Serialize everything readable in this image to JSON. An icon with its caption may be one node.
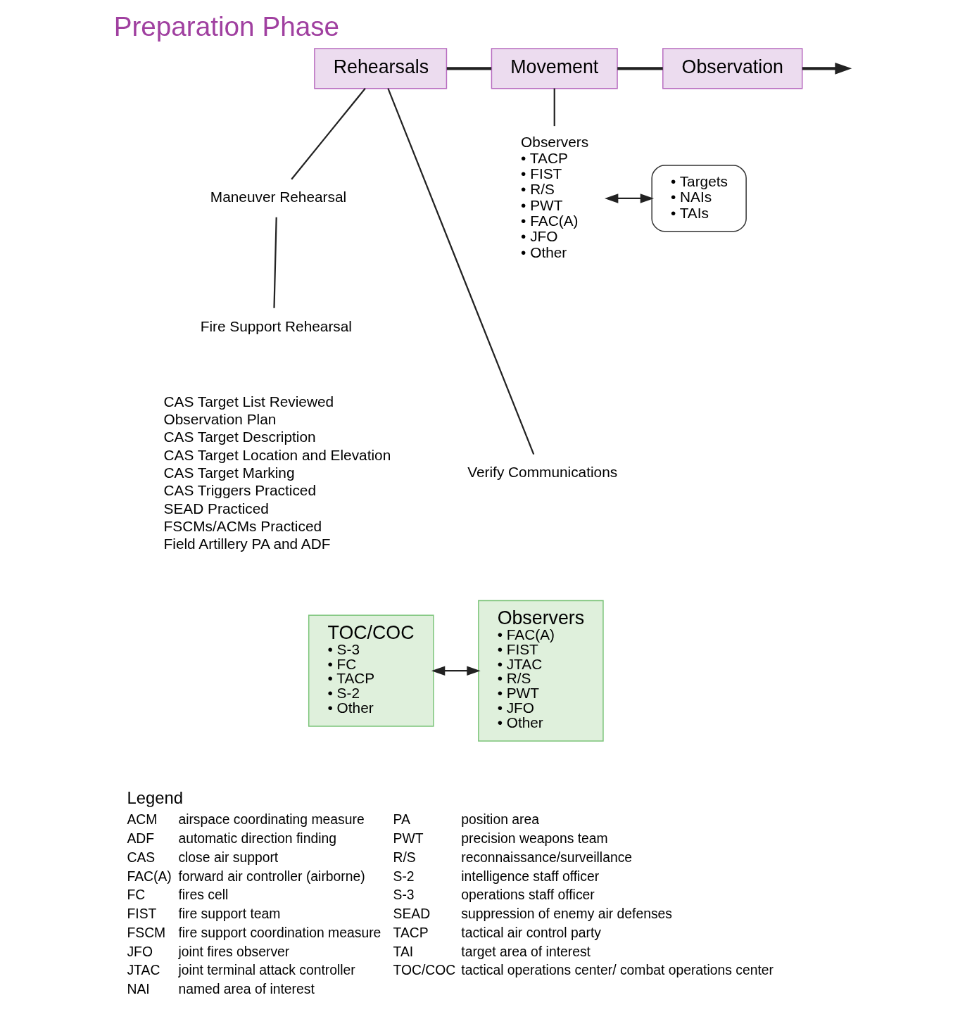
{
  "diagram": {
    "title": "Preparation Phase",
    "nodes": [
      {
        "text": [
          "Rehearsals"
        ]
      },
      {
        "text": [
          "Movement"
        ]
      },
      {
        "text": [
          "Observation"
        ]
      },
      {
        "text": [
          "Maneuver Rehearsal"
        ]
      },
      {
        "text": [
          "Fire Support Rehearsal"
        ]
      },
      {
        "text": [
          "Observers",
          "• TACP",
          "• FIST",
          "• R/S",
          "• PWT",
          "• FAC(A)",
          "• JFO",
          "• Other"
        ]
      },
      {
        "text": [
          "• Targets",
          "• NAIs",
          "• TAIs"
        ]
      },
      {
        "text": [
          "Verify Communications"
        ]
      },
      {
        "text": [
          "TOC/COC",
          "• S-3",
          "• FC",
          "• TACP",
          "• S-2",
          "• Other"
        ]
      },
      {
        "text": [
          "Observers",
          "• FAC(A)",
          "• FIST",
          "• JTAC",
          "• R/S",
          "• PWT",
          "• JFO",
          "• Other"
        ]
      }
    ],
    "edges": [
      {
        "from": 0,
        "to": 1,
        "arrow": "none",
        "style": "thick"
      },
      {
        "from": 1,
        "to": 2,
        "arrow": "none",
        "style": "thick"
      },
      {
        "from": 2,
        "to": null,
        "arrow": "to",
        "style": "thick"
      },
      {
        "from": 0,
        "to": 7,
        "arrow": "none"
      },
      {
        "from": 0,
        "to": 3,
        "arrow": "none"
      },
      {
        "from": 3,
        "to": 4,
        "arrow": "none"
      },
      {
        "from": 1,
        "to": 5,
        "arrow": "none"
      },
      {
        "from": 5,
        "to": 6,
        "arrow": "both"
      },
      {
        "from": 8,
        "to": 9,
        "arrow": "both"
      }
    ],
    "labels": [
      "CAS Target List Reviewed",
      "Observation Plan",
      "CAS Target Description",
      "CAS Target Location and Elevation",
      "CAS Target Marking",
      "CAS Triggers Practiced",
      "SEAD Practiced",
      "FSCMs/ACMs Practiced",
      "Field Artillery PA and ADF",
      "Legend",
      "ACM",
      "airspace coordinating measure",
      "PA",
      "position area",
      "ADF",
      "automatic direction finding",
      "PWT",
      "precision weapons team",
      "CAS",
      "close air support",
      "R/S",
      "reconnaissance/surveillance",
      "FAC(A)",
      "forward air controller (airborne)",
      "S-2",
      "intelligence staff officer",
      "FC",
      "fires cell",
      "S-3",
      "operations staff officer",
      "FIST",
      "fire support team",
      "SEAD",
      "suppression of enemy air defenses",
      "FSCM",
      "fire support coordination measure",
      "TACP",
      "tactical air control party",
      "JFO",
      "joint fires observer",
      "TAI",
      "target area of interest",
      "JTAC",
      "joint terminal attack controller",
      "TOC/COC",
      "tactical operations center/ combat operations center",
      "NAI",
      "named area of interest"
    ]
  }
}
